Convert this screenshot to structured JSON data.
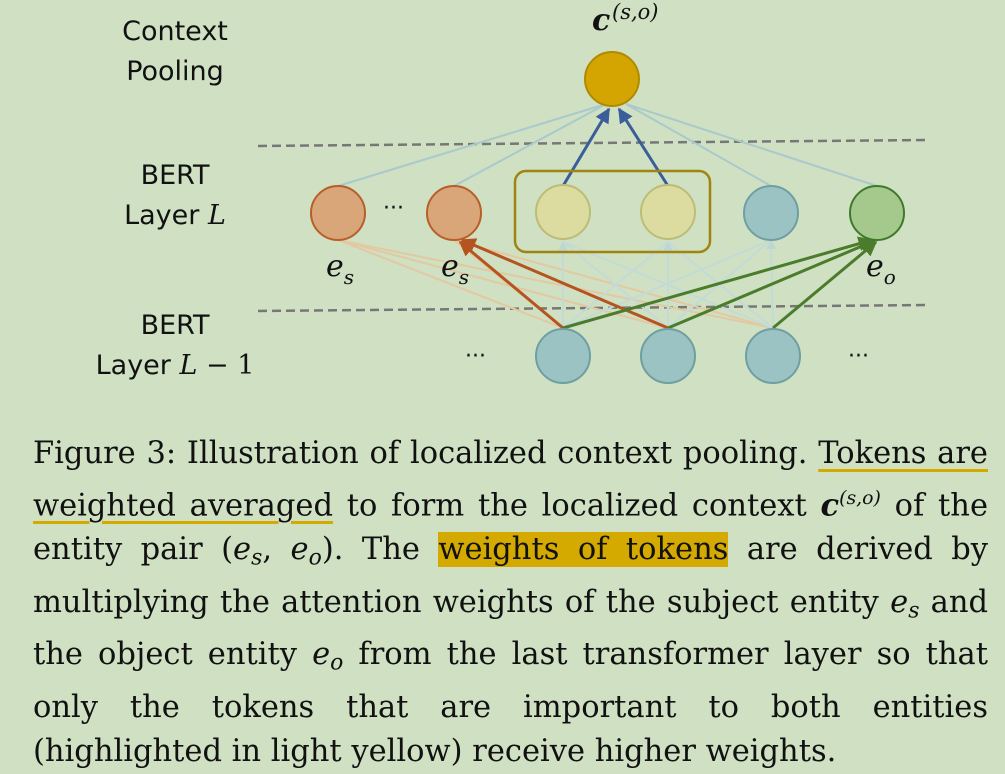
{
  "figure": {
    "labels": {
      "context_l1": "Context",
      "context_l2": "Pooling",
      "bert_l_l1": "BERT",
      "bert_l_l2_prefix": "Layer",
      "bert_l_l2_var": "L",
      "bert_l1_l1": "BERT",
      "bert_l1_l2_prefix": "Layer",
      "bert_l1_l2_var": "L",
      "bert_l1_l2_op": " − 1"
    },
    "top_node_label": "c",
    "top_node_sup": "(s,o)",
    "ellipsis": "···",
    "node_labels": {
      "es_base": "e",
      "es_sub": "s",
      "eo_base": "e",
      "eo_sub": "o"
    },
    "colors": {
      "background": "#cfe0c3",
      "top_node": "#d4a400",
      "subject_node": "#d9a67a",
      "subject_stroke": "#b85e28",
      "highlight_node": "#dcdca0",
      "highlight_box": "#a08410",
      "teal_node": "#9cc3c3",
      "object_node": "#a5c98c",
      "object_stroke": "#3e7a2b",
      "blue_arrow": "#3a5e9a",
      "orange_arrow": "#b5541e",
      "green_arrow": "#4a7c2c",
      "underline": "#d4aa00",
      "highlight": "#d4aa00"
    }
  },
  "caption": {
    "prefix": "Figure 3: Illustration of localized context pooling. ",
    "underlined": "Tokens are weighted averaged",
    "after_underline": " to form the localized context ",
    "context_c": "c",
    "context_sup": "(s,o)",
    "after_context": " of the entity pair (",
    "pair_es": "e",
    "pair_es_sub": "s",
    "pair_sep": ", ",
    "pair_eo": "e",
    "pair_eo_sub": "o",
    "after_pair": "). The ",
    "highlighted": "weights of tokens",
    "after_highlight": " are derived by multiplying the attention weights of the subject entity ",
    "subj_e": "e",
    "subj_sub": "s",
    "mid": " and the object entity ",
    "obj_e": "e",
    "obj_sub": "o",
    "tail": " from the last transformer layer so that only the tokens that are important to both entities (highlighted in light yellow) receive higher weights."
  }
}
